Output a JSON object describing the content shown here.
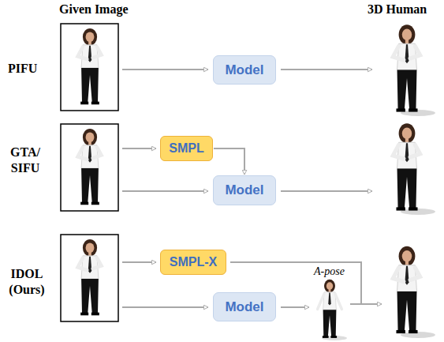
{
  "diagram": {
    "nodes": [
      {
        "text": [
          "Model"
        ]
      },
      {
        "text": [
          "SMPL"
        ]
      },
      {
        "text": [
          "Model"
        ]
      },
      {
        "text": [
          "SMPL-X"
        ]
      },
      {
        "text": [
          "Model"
        ]
      }
    ],
    "edges": [
      {
        "from": 1,
        "to": 2,
        "arrow": "to"
      }
    ],
    "labels": [
      "Given Image",
      "3D Human",
      "PIFU",
      "GTA/ SIFU",
      "IDOL (Ours)",
      "A-pose"
    ]
  }
}
